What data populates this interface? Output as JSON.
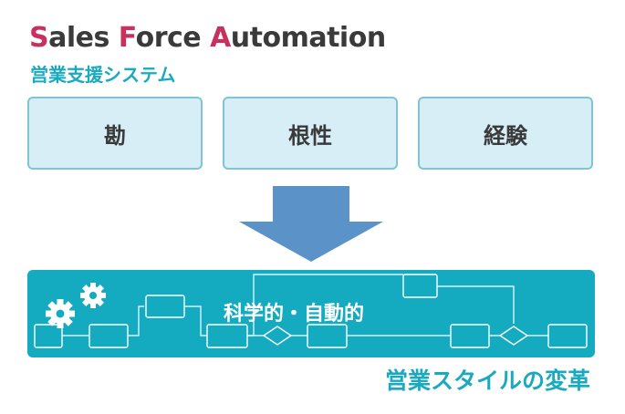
{
  "header": {
    "title_parts": [
      {
        "initial": "S",
        "rest": "ales "
      },
      {
        "initial": "F",
        "rest": "orce "
      },
      {
        "initial": "A",
        "rest": "utomation"
      }
    ],
    "subtitle": "営業支援システム"
  },
  "before": {
    "items": [
      {
        "label": "勘"
      },
      {
        "label": "根性"
      },
      {
        "label": "経験"
      }
    ]
  },
  "after": {
    "band_label": "科学的・自動的",
    "bottom_label": "営業スタイルの変革"
  },
  "colors": {
    "accent_red": "#c8315e",
    "accent_teal": "#1aaac0",
    "box_fill": "#d7eef7",
    "arrow_blue": "#5b93c9",
    "band": "#14aac0"
  },
  "icons": [
    "gears-icon",
    "down-arrow-icon"
  ]
}
